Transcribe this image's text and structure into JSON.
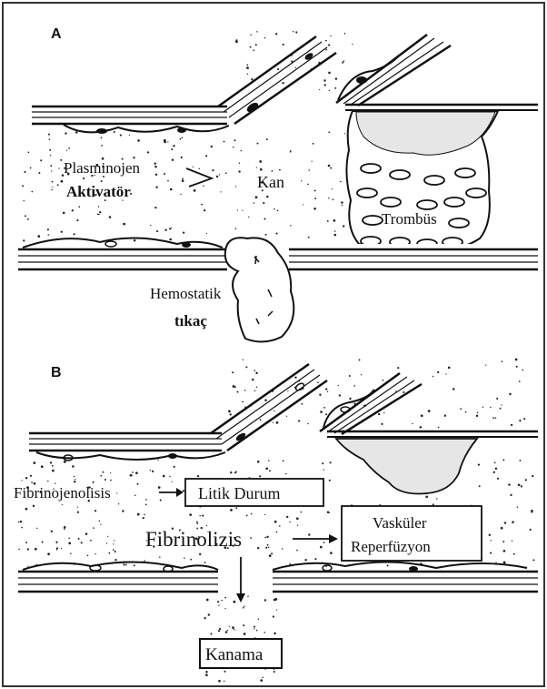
{
  "panels": {
    "a": {
      "letter": "A",
      "labels": {
        "plasminojen": "Plasminojen",
        "aktivator": "Aktivatör",
        "kan": "Kan",
        "trombus": "Trombüs",
        "hemostatik": "Hemostatik",
        "tikac": "tıkaç"
      }
    },
    "b": {
      "letter": "B",
      "labels": {
        "fibrinojenolisis": "Fibrinojenolisis",
        "litik_durum": "Litik Durum",
        "fibrinolizis": "Fibrinolizis",
        "vaskuler": "Vasküler",
        "reperfuzyon": "Reperfüzyon",
        "kanama": "Kanama"
      }
    }
  },
  "colors": {
    "ink": "#111111",
    "paper": "#ffffff",
    "frame": "#333333"
  }
}
